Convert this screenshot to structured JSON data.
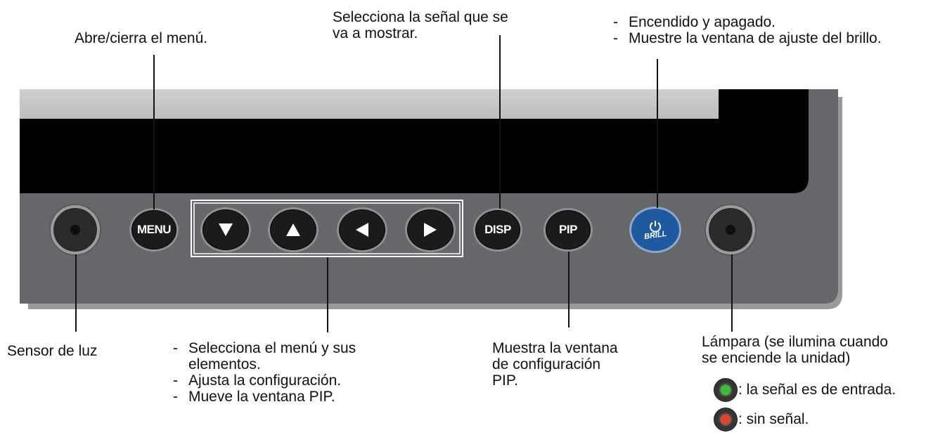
{
  "labels": {
    "menu_desc": "Abre/cierra el menú.",
    "disp_desc": [
      "Selecciona la señal que se",
      "va a mostrar."
    ],
    "brill_desc": [
      "Encendido y apagado.",
      "Muestre la ventana de ajuste del brillo."
    ],
    "sensor_desc": "Sensor de luz",
    "arrows_desc": [
      "Selecciona el menú y sus",
      "elementos.",
      "Ajusta la configuración.",
      "Mueve la ventana PIP."
    ],
    "pip_desc": [
      "Muestra la ventana",
      "de configuración",
      "PIP."
    ],
    "lamp_desc": [
      "Lámpara (se ilumina cuando",
      "se enciende la unidad)"
    ],
    "lamp_green_desc": ": la señal es de entrada.",
    "lamp_red_desc": ": sin señal."
  },
  "buttons": {
    "menu": "MENU",
    "disp": "DISP",
    "pip": "PIP",
    "brill": "BRILL"
  },
  "icons": {
    "down": "arrow-down-icon",
    "up": "arrow-up-icon",
    "left": "arrow-left-icon",
    "right": "arrow-right-icon",
    "power": "power-icon"
  },
  "colors": {
    "panel": "#66676a",
    "screen": "#000000",
    "bezel_top": "#c9c9cb",
    "brill_button": "#1f5aa0",
    "lamp_green": "#3dbb3a",
    "lamp_red": "#e0452e"
  }
}
